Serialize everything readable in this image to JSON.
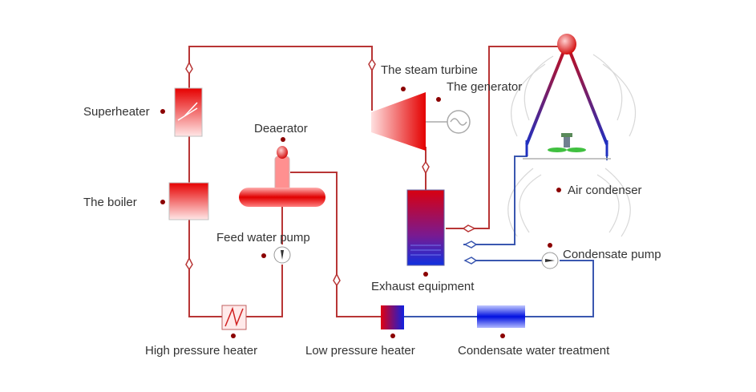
{
  "labels": {
    "superheater": "Superheater",
    "boiler": "The boiler",
    "deaerator": "Deaerator",
    "feed_water_pump": "Feed water pump",
    "steam_turbine": "The steam turbine",
    "generator": "The generator",
    "air_condenser": "Air condenser",
    "exhaust_equipment": "Exhaust equipment",
    "condensate_pump": "Condensate pump",
    "high_pressure_heater": "High pressure heater",
    "low_pressure_heater": "Low pressure heater",
    "condensate_water_treatment": "Condensate water treatment"
  },
  "colors": {
    "hot_pipe": "#b83535",
    "cold_pipe": "#3a57b0",
    "label_dot": "#8b0000",
    "label_text": "#333333"
  }
}
